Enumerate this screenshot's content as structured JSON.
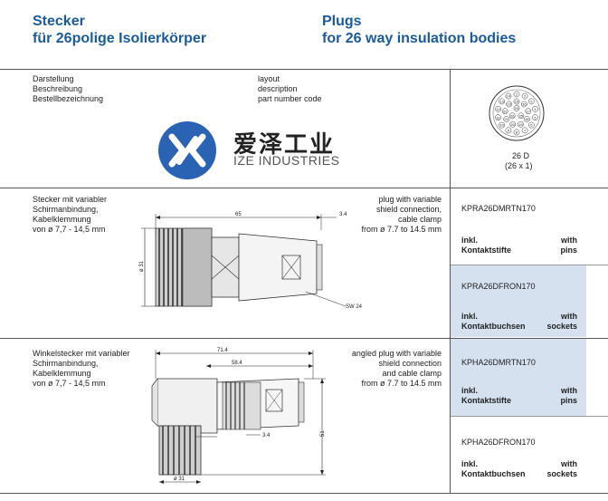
{
  "header": {
    "title_de_line1": "Stecker",
    "title_de_line2": "für 26polige Isolierkörper",
    "title_en_line1": "Plugs",
    "title_en_line2": "for 26 way insulation bodies"
  },
  "legend": {
    "de": [
      "Darstellung",
      "Beschreibung",
      "Bestellbezeichnung"
    ],
    "en": [
      "layout",
      "description",
      "part number code"
    ]
  },
  "watermark": {
    "cn": "爱泽工业",
    "en": "IZE INDUSTRIES"
  },
  "insulation_body": {
    "code": "26 D",
    "ways": "(26 x 1)",
    "pin_numbers": [
      "1",
      "2",
      "3",
      "4",
      "5",
      "6",
      "7",
      "8",
      "9",
      "10",
      "11",
      "12",
      "13",
      "14",
      "15",
      "16",
      "17",
      "18",
      "19",
      "20",
      "21",
      "22",
      "23",
      "24",
      "25",
      "26"
    ]
  },
  "rows": [
    {
      "desc_de": [
        "Stecker mit variabler",
        "Schirmanbindung,",
        "Kabelklemmung",
        "von ø 7,7 - 14,5 mm"
      ],
      "desc_en": [
        "plug with variable",
        "shield connection,",
        "cable clamp",
        "from ø 7.7 to 14.5 mm"
      ],
      "dims": {
        "length": "65",
        "offset": "3.4",
        "diameter": "ø 31",
        "wrench": "SW 24"
      },
      "variants": [
        {
          "code": "KPRA26DMRTN170",
          "inkl": "inkl.",
          "with": "with",
          "contact_de": "Kontaktstifte",
          "contact_en": "pins"
        },
        {
          "code": "KPRA26DFRON170",
          "inkl": "inkl.",
          "with": "with",
          "contact_de": "Kontaktbuchsen",
          "contact_en": "sockets"
        }
      ]
    },
    {
      "desc_de": [
        "Winkelstecker mit variabler",
        "Schirmanbindung,",
        "Kabelklemmung",
        "von ø 7,7 - 14,5 mm"
      ],
      "desc_en": [
        "angled plug with variable",
        "shield connection",
        "and cable clamp",
        "from ø 7.7 to 14.5 mm"
      ],
      "dims": {
        "length": "71.4",
        "inner": "58.4",
        "offset": "3.4",
        "height": "51",
        "diameter": "ø 31"
      },
      "variants": [
        {
          "code": "KPHA26DMRTN170",
          "inkl": "inkl.",
          "with": "with",
          "contact_de": "Kontaktstifte",
          "contact_en": "pins"
        },
        {
          "code": "KPHA26DFRON170",
          "inkl": "inkl.",
          "with": "with",
          "contact_de": "Kontaktbuchsen",
          "contact_en": "sockets"
        }
      ]
    }
  ],
  "colors": {
    "title_blue": "#1a5b9c",
    "shade": "#d6e1f0",
    "logo_blue": "#2a63b4"
  }
}
